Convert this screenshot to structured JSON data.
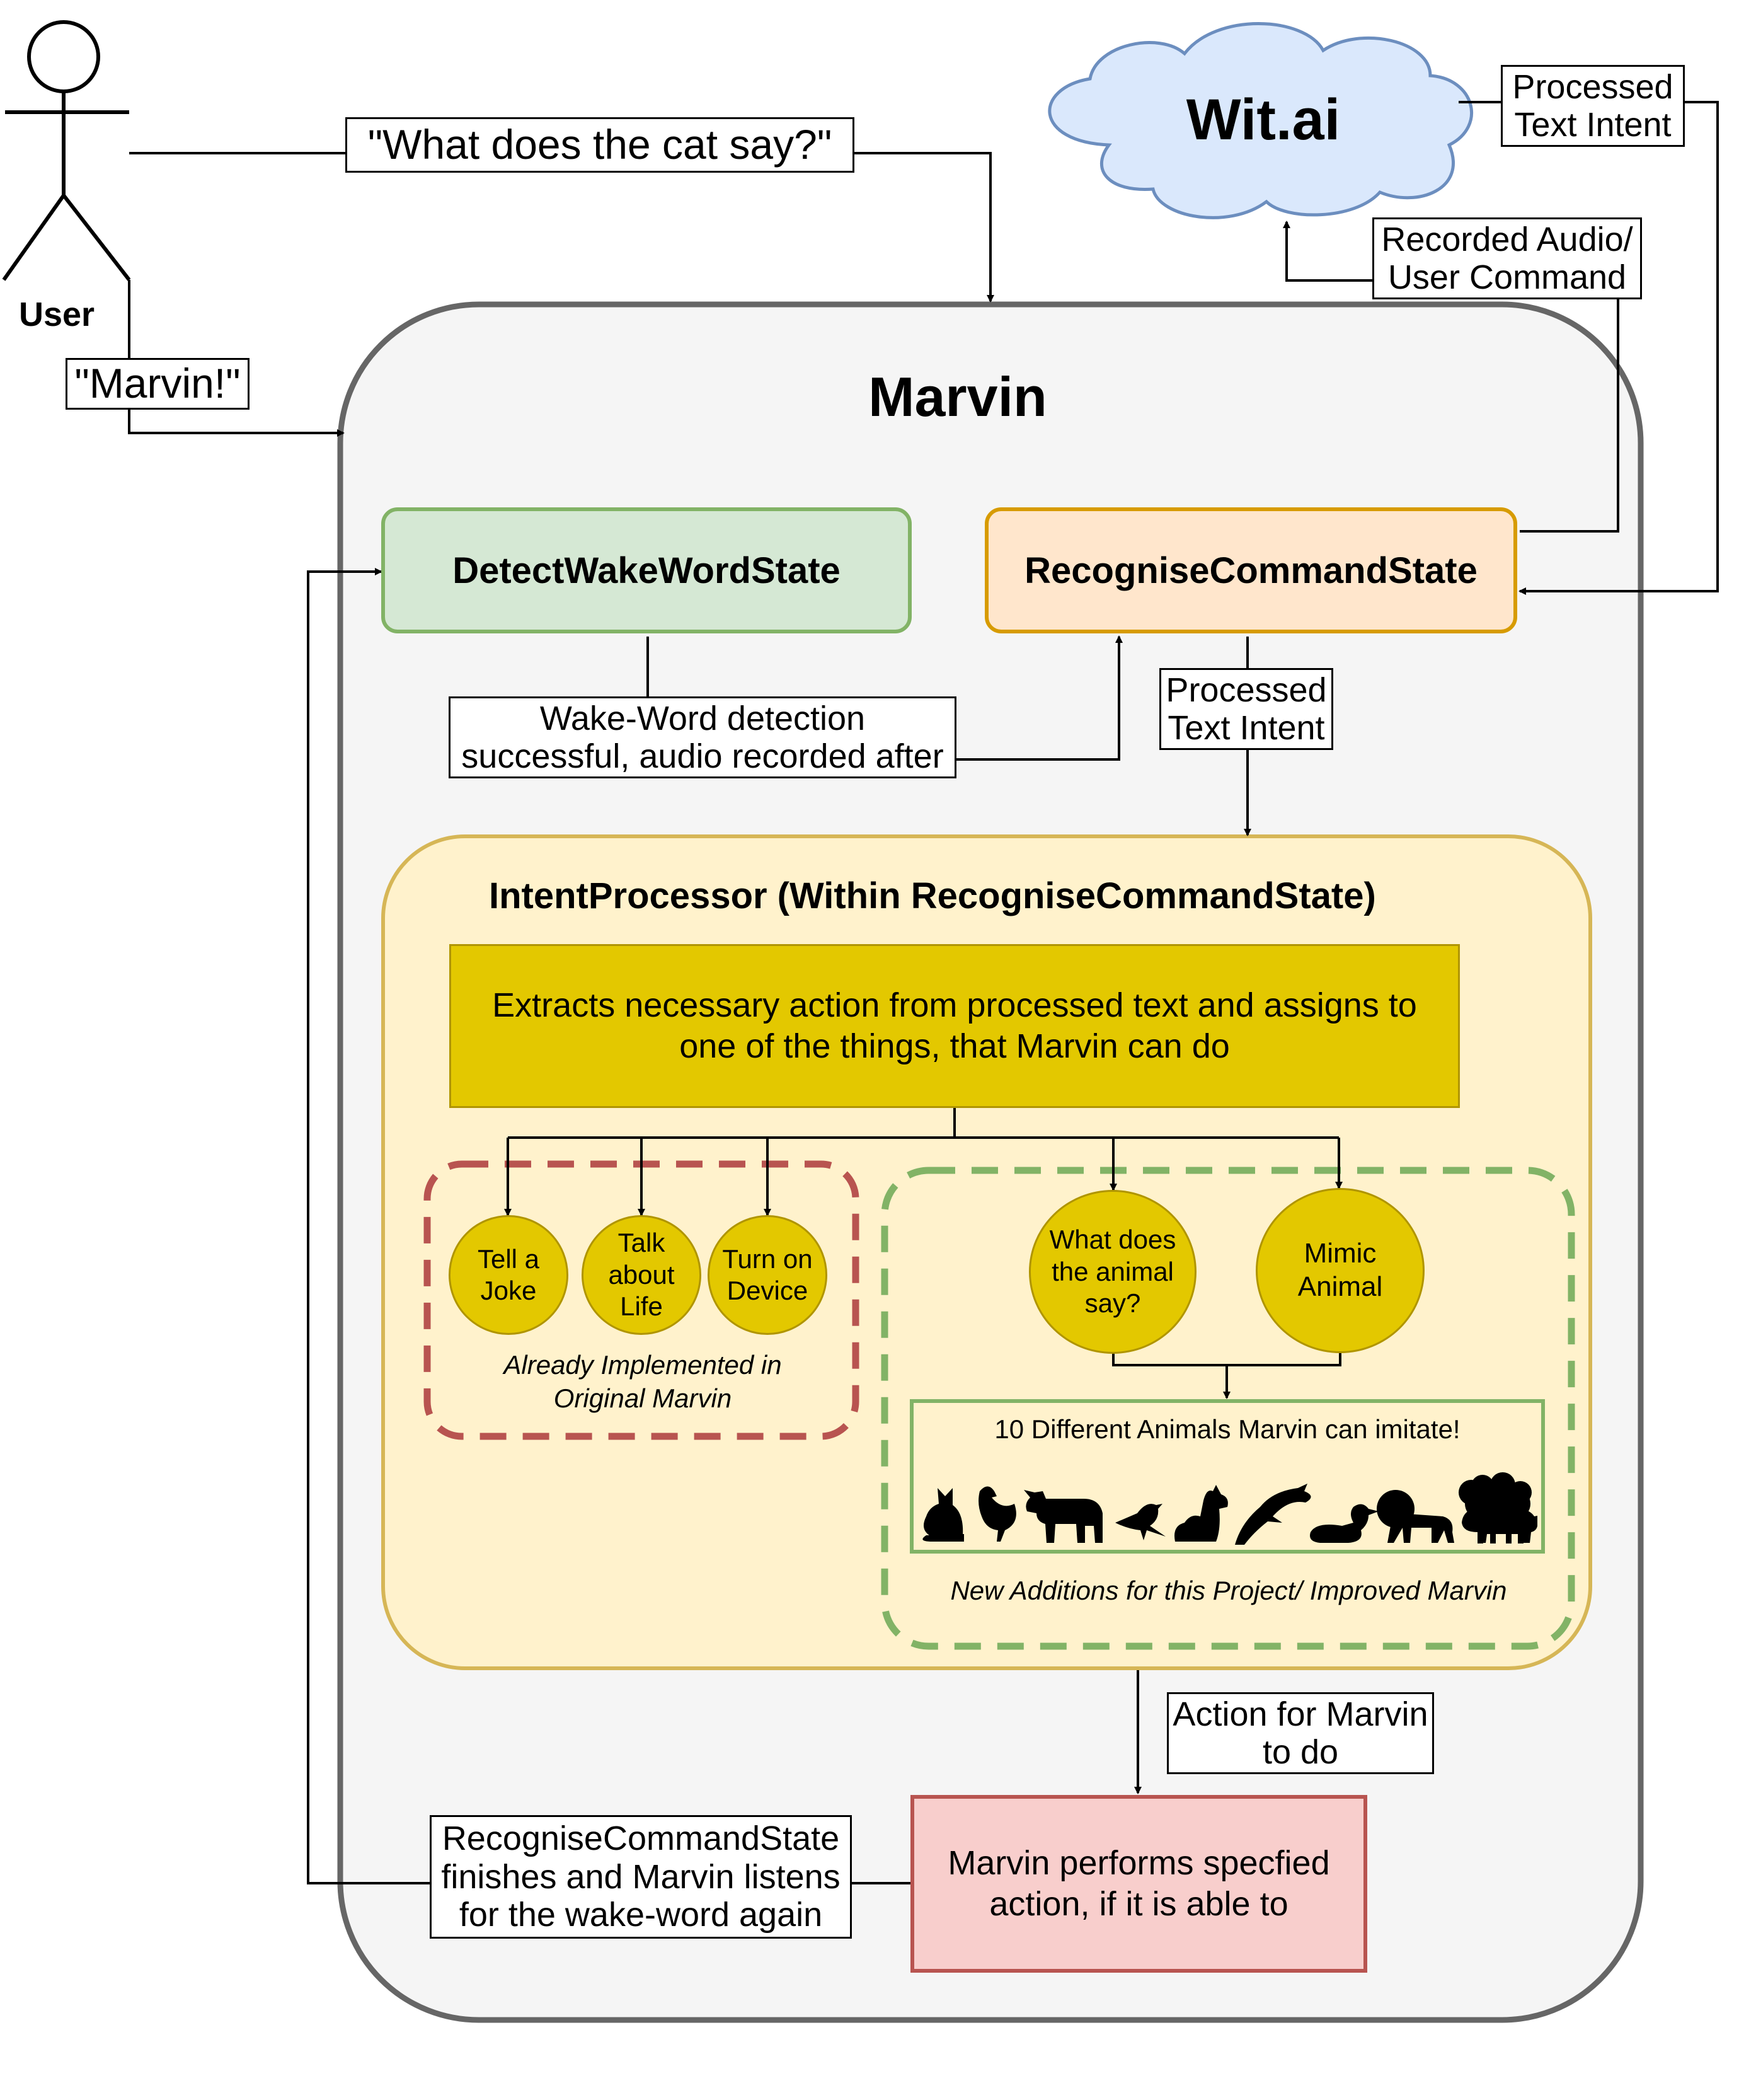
{
  "actor": {
    "label": "User"
  },
  "cloud": {
    "label": "Wit.ai"
  },
  "edge_labels": {
    "user_to_marvin_question": "\"What does the cat say?\"",
    "user_wake_word": "\"Marvin!\"",
    "wit_processed": "Processed\nText Intent",
    "recorded_audio": "Recorded Audio/\nUser Command",
    "wake_success": "Wake-Word detection\nsuccessful, audio recorded after",
    "processed_inner": "Processed\nText Intent",
    "action_for_marvin": "Action for Marvin\nto do",
    "listen_again": "RecogniseCommandState\nfinishes and Marvin listens\nfor the wake-word again"
  },
  "marvin": {
    "title": "Marvin",
    "detect_state": "DetectWakeWordState",
    "recognise_state": "RecogniseCommandState",
    "intent_processor": {
      "title": "IntentProcessor (Within RecogniseCommandState)",
      "extract_text": "Extracts necessary action from processed text and assigns to\none of the things, that Marvin can do",
      "original_group": {
        "caption": "Already Implemented in\nOriginal Marvin",
        "items": [
          "Tell a\nJoke",
          "Talk\nabout\nLife",
          "Turn on\nDevice"
        ]
      },
      "new_group": {
        "caption": "New Additions for this Project/ Improved Marvin",
        "items": [
          "What does\nthe animal\nsay?",
          "Mimic\nAnimal"
        ],
        "animals_title": "10 Different Animals Marvin can imitate!",
        "animals": [
          "cat-icon",
          "chicken-icon",
          "cow-icon",
          "crow-icon",
          "dog-icon",
          "dolphin-icon",
          "duck-icon",
          "lion-icon",
          "pig-icon",
          "sheep-icon"
        ]
      }
    },
    "perform_action": "Marvin performs specfied\naction, if it is able to"
  },
  "colors": {
    "detect_fill": "#d5e8d4",
    "detect_stroke": "#82b366",
    "recognise_fill": "#ffe6cc",
    "recognise_stroke": "#d79b00",
    "intent_fill": "#fff2cc",
    "intent_stroke": "#d6b656",
    "extract_fill": "#e3c800",
    "perform_fill": "#f8cecc",
    "perform_stroke": "#b85450",
    "cloud_fill": "#dae8fc",
    "cloud_stroke": "#6c8ebf"
  }
}
